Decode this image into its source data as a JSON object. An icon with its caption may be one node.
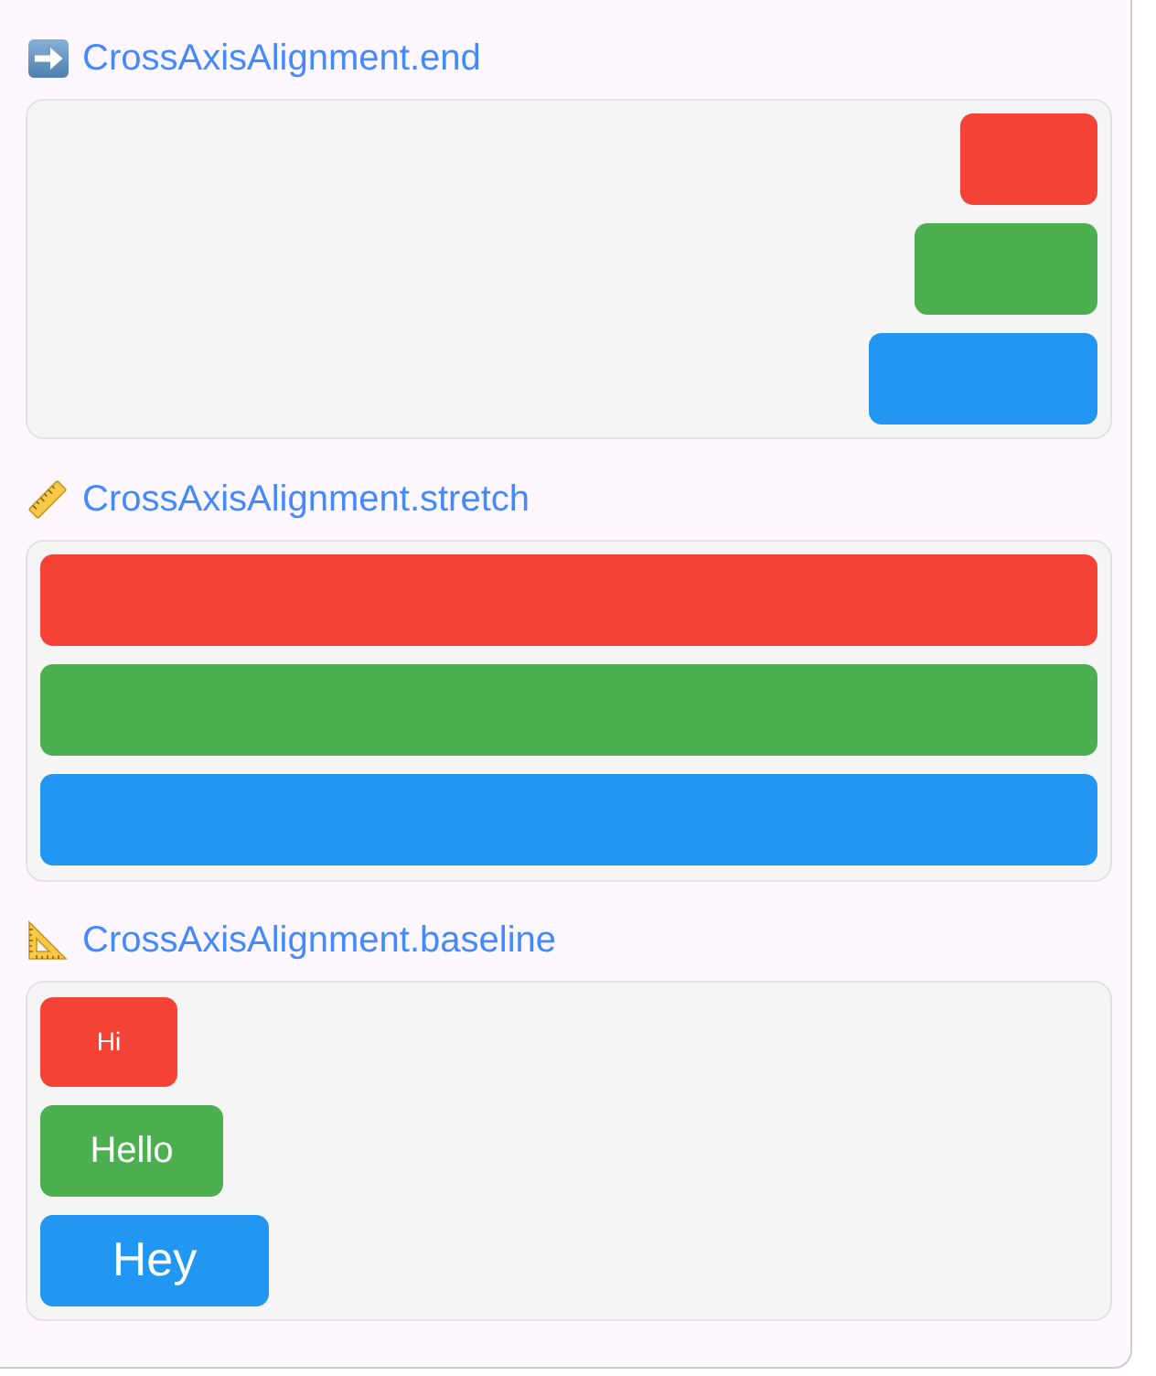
{
  "diagram": {
    "nodes": [
      {
        "text": [
          "CrossAxisAlignment.end"
        ]
      },
      {
        "text": [],
        "shape": "box",
        "in": 0
      },
      {
        "text": [],
        "shape": "box",
        "in": 0
      },
      {
        "text": [],
        "shape": "box",
        "in": 0
      },
      {
        "text": [
          "CrossAxisAlignment.stretch"
        ]
      },
      {
        "text": [],
        "shape": "box",
        "in": 4
      },
      {
        "text": [],
        "shape": "box",
        "in": 4
      },
      {
        "text": [],
        "shape": "box",
        "in": 4
      },
      {
        "text": [
          "CrossAxisAlignment.baseline"
        ]
      },
      {
        "text": [
          "Hi"
        ],
        "in": 8
      },
      {
        "text": [
          "Hello"
        ],
        "in": 8
      },
      {
        "text": [
          "Hey"
        ],
        "in": 8
      }
    ]
  }
}
